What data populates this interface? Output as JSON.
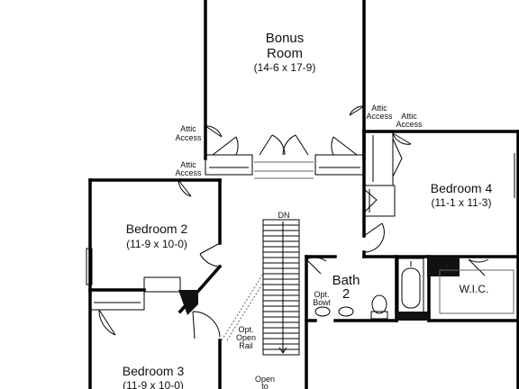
{
  "rooms": {
    "bonus": {
      "name_line1": "Bonus",
      "name_line2": "Room",
      "dims": "(14-6 x 17-9)"
    },
    "bedroom4": {
      "name": "Bedroom 4",
      "dims": "(11-1 x 11-3)"
    },
    "bedroom2": {
      "name": "Bedroom 2",
      "dims": "(11-9 x 10-0)"
    },
    "bedroom3": {
      "name": "Bedroom 3",
      "dims": "(11-9 x 10-0)"
    },
    "bath2": {
      "name_line1": "Bath",
      "name_line2": "2"
    },
    "wic": {
      "name": "W.I.C."
    }
  },
  "labels": {
    "attic_access_line1": "Attic",
    "attic_access_line2": "Access",
    "opt_bowl_line1": "Opt.",
    "opt_bowl_line2": "Bowl",
    "opt_open_rail_line1": "Opt.",
    "opt_open_rail_line2": "Open",
    "opt_open_rail_line3": "Rail",
    "open_to_line1": "Open",
    "open_to_line2": "to",
    "stair_dn": "DN"
  }
}
